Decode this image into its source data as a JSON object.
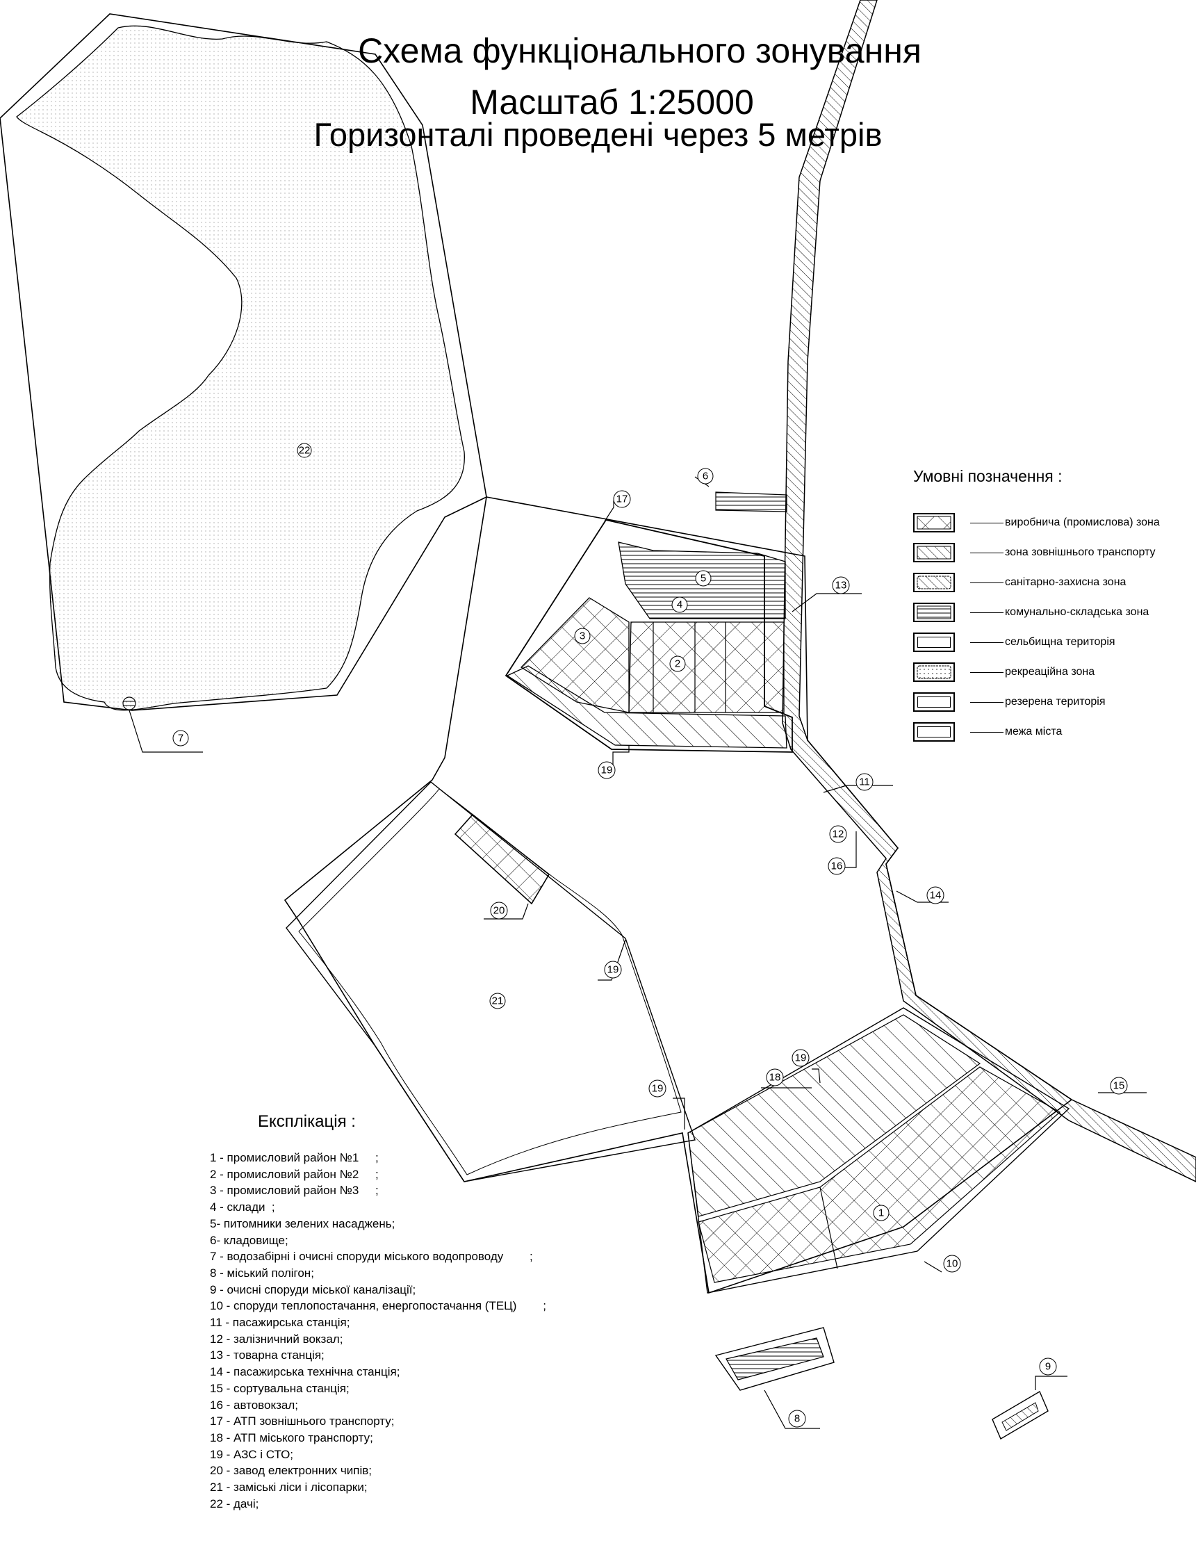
{
  "title": {
    "main": "Схема функціонального зонування",
    "scale": "Масштаб 1:25000",
    "contours": "Горизонталі проведені через 5 метрів"
  },
  "legend": {
    "title": "Умовні позначення :",
    "items": [
      {
        "label": "виробнича (промислова) зона",
        "pattern": "crosshatch"
      },
      {
        "label": "зона зовнішнього транспорту",
        "pattern": "diagonal"
      },
      {
        "label": "санітарно-захисна зона",
        "pattern": "diagonal-wavy"
      },
      {
        "label": "комунально-складська зона",
        "pattern": "horizontal"
      },
      {
        "label": "сельбищна територія",
        "pattern": "double-border"
      },
      {
        "label": "рекреаційна зона",
        "pattern": "dotted-wavy"
      },
      {
        "label": "резерена територія",
        "pattern": "double-border"
      },
      {
        "label": "межа міста",
        "pattern": "double-border"
      }
    ]
  },
  "explication": {
    "title": "Експлікація :",
    "items": [
      "1 - промисловий район №1     ;",
      "2 - промисловий район №2     ;",
      "3 - промисловий район №3     ;",
      "4 - склади  ;",
      "5- питомники зелених насаджень;",
      "6- кладовище;",
      "7 - водозабірні і очисні споруди міського водопроводу        ;",
      "8 - міський полігон;",
      "9 - очисні споруди міської каналізації;",
      "10 - споруди теплопостачання, енергопостачання (ТЕЦ)        ;",
      "11 - пасажирська станція;",
      "12 - залізничний вокзал;",
      "13 - товарна станція;",
      "14 - пасажирська технічна станція;",
      "15 - сортувальна станція;",
      "16 - автовокзал;",
      "17 - АТП зовнішнього транспорту;",
      "18 - АТП міського транспорту;",
      "19 - АЗС і СТО;",
      "20 - завод електронних чипів;",
      "21 - заміські ліси і лісопарки;",
      "22 - дачі;"
    ]
  },
  "map_labels": {
    "m1": "1",
    "m2": "2",
    "m3": "3",
    "m4": "4",
    "m5": "5",
    "m6": "6",
    "m7": "7",
    "m8": "8",
    "m9": "9",
    "m10": "10",
    "m11": "11",
    "m12": "12",
    "m13": "13",
    "m14": "14",
    "m15": "15",
    "m16": "16",
    "m17": "17",
    "m18": "18",
    "m19": "19",
    "m20": "20",
    "m21": "21",
    "m22": "22"
  }
}
